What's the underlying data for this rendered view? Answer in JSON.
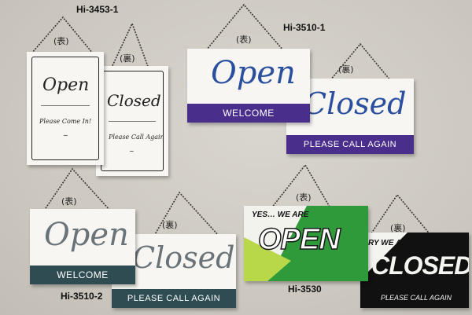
{
  "labels": {
    "code_3453": "Hi-3453-1",
    "code_3510_1": "Hi-3510-1",
    "code_3510_2": "Hi-3510-2",
    "code_3530": "Hi-3530",
    "front": "(表)",
    "back": "(裏)"
  },
  "signs": {
    "vertical_front": {
      "title": "Open",
      "sub": "Please Come In!",
      "mark": "~"
    },
    "vertical_back": {
      "title": "Closed",
      "sub": "Please Call Again",
      "mark": "~"
    },
    "blue_front": {
      "title": "Open",
      "band": "WELCOME"
    },
    "blue_back": {
      "title": "Closed",
      "band": "PLEASE CALL AGAIN"
    },
    "gray_front": {
      "title": "Open",
      "band": "WELCOME"
    },
    "gray_back": {
      "title": "Closed",
      "band": "PLEASE CALL AGAIN"
    },
    "green_front": {
      "top": "YES… WE ARE",
      "title": "OPEN"
    },
    "black_back": {
      "top": "RY WE ARE",
      "title": "CLOSED",
      "bottom": "PLEASE CALL AGAIN"
    }
  },
  "colors": {
    "purple": "#4a2e8c",
    "blue_script": "#2a4f9e",
    "slate": "#2f4c52",
    "gray_script": "#6a7478",
    "green": "#2f9a3a",
    "lime": "#b8d84a"
  }
}
